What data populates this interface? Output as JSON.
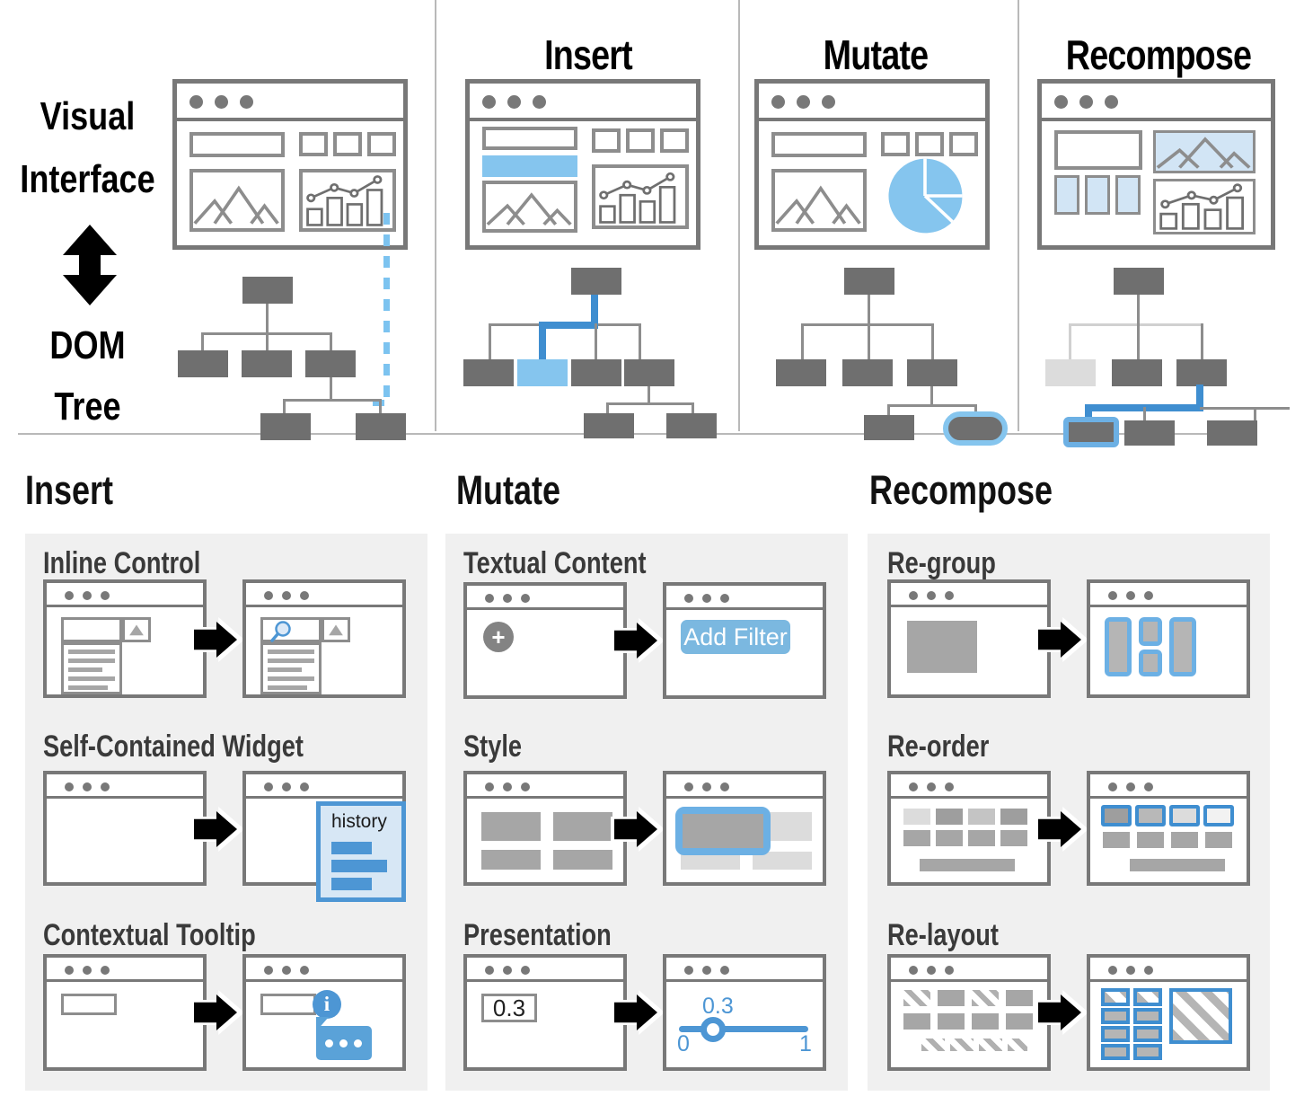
{
  "figure": {
    "row1": {
      "axis_label_top": "Visual",
      "axis_label_top2": "Interface",
      "axis_label_bottom": "DOM",
      "axis_label_bottom2": "Tree",
      "columns": [
        {
          "title": "",
          "key": "baseline"
        },
        {
          "title": "Insert",
          "key": "insert"
        },
        {
          "title": "Mutate",
          "key": "mutate"
        },
        {
          "title": "Recompose",
          "key": "recompose"
        }
      ]
    },
    "row2": {
      "groups": [
        {
          "title": "Insert",
          "items": [
            {
              "label": "Inline Control",
              "after_artifact": "search-magnifier"
            },
            {
              "label": "Self-Contained Widget",
              "after_artifact": "history-panel",
              "widget_label": "history"
            },
            {
              "label": "Contextual Tooltip",
              "after_artifact": "info-tooltip",
              "badge_glyph": "i"
            }
          ]
        },
        {
          "title": "Mutate",
          "items": [
            {
              "label": "Textual Content",
              "before_artifact": "plus-icon",
              "before_glyph": "+",
              "after_artifact": "button",
              "button_label": "Add Filter"
            },
            {
              "label": "Style",
              "after_artifact": "emphasized-box"
            },
            {
              "label": "Presentation",
              "before_value": "0.3",
              "after_artifact": "slider",
              "slider_value": "0.3",
              "slider_min": "0",
              "slider_max": "1"
            }
          ]
        },
        {
          "title": "Recompose",
          "items": [
            {
              "label": "Re-group",
              "after_artifact": "grouped-columns"
            },
            {
              "label": "Re-order",
              "after_artifact": "sorted-tiles"
            },
            {
              "label": "Re-layout",
              "after_artifact": "relaid-grid"
            }
          ]
        }
      ]
    }
  },
  "colors": {
    "accent_blue": "#4d96d4",
    "light_blue": "#85c5ee",
    "pale_blue": "#d2e5f5",
    "button_blue": "#7bb8e0",
    "gray_node": "#6f6f6f",
    "gray_outline": "#8d8d8d",
    "panel_bg": "#f0f0f0"
  }
}
